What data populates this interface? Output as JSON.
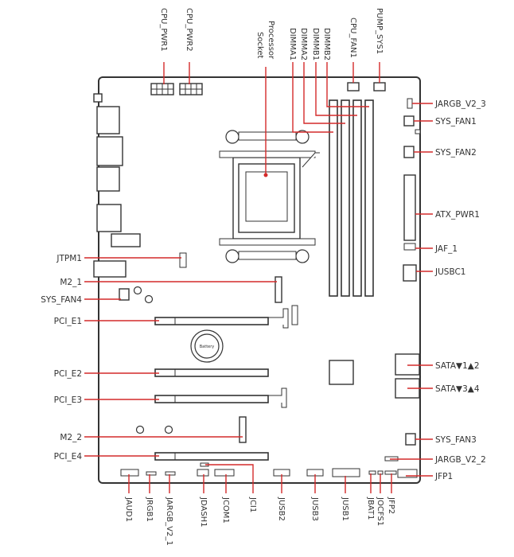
{
  "labels": {
    "cpu_pwr1": "CPU_PWR1",
    "cpu_pwr2": "CPU_PWR2",
    "processor_socket_l1": "Processor",
    "processor_socket_l2": "Socket",
    "dimma1": "DIMMA1",
    "dimma2": "DIMMA2",
    "dimmb1": "DIMMB1",
    "dimmb2": "DIMMB2",
    "cpu_fan1": "CPU_FAN1",
    "pump_sys1": "PUMP_SYS1",
    "jargb_v2_3": "JARGB_V2_3",
    "sys_fan1": "SYS_FAN1",
    "sys_fan2": "SYS_FAN2",
    "atx_pwr1": "ATX_PWR1",
    "jaf_1": "JAF_1",
    "jusbc1": "JUSBC1",
    "sata12": "SATA▼1▲2",
    "sata34": "SATA▼3▲4",
    "sys_fan3": "SYS_FAN3",
    "jargb_v2_2": "JARGB_V2_2",
    "jfp1": "JFP1",
    "jtpm1": "JTPM1",
    "m2_1": "M2_1",
    "sys_fan4": "SYS_FAN4",
    "pci_e1": "PCI_E1",
    "pci_e2": "PCI_E2",
    "pci_e3": "PCI_E3",
    "m2_2": "M2_2",
    "pci_e4": "PCI_E4",
    "jaud1": "JAUD1",
    "jrgb1": "JRGB1",
    "jargb_v2_1": "JARGB_V2_1",
    "jdash1": "JDASH1",
    "jcom1": "JCOM1",
    "jci1": "JCI1",
    "jusb2": "JUSB2",
    "jusb3": "JUSB3",
    "jusb1": "JUSB1",
    "jbat1": "JBAT1",
    "jocfs1": "JOCFS1",
    "jfp2": "JFP2",
    "battery": "Battery"
  },
  "colors": {
    "callout": "#d42a2a",
    "outline": "#333333",
    "text": "#333333"
  }
}
